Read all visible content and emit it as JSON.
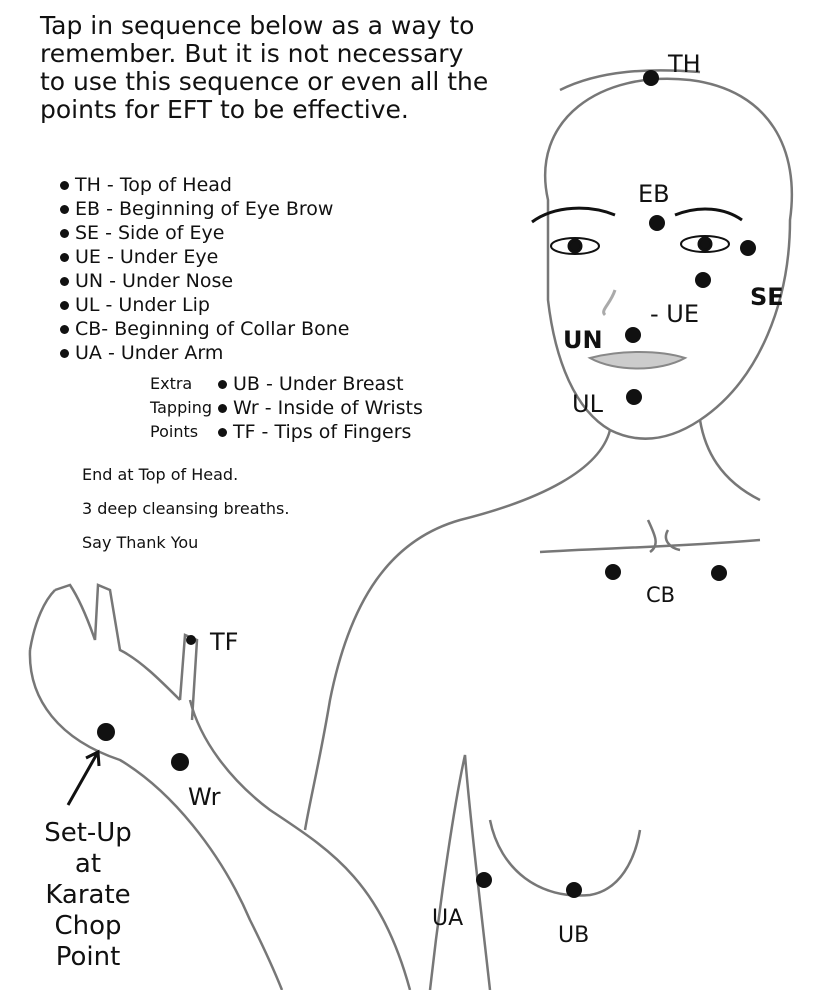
{
  "intro": [
    "Tap in sequence below as a way to",
    "remember. But it is not necessary",
    "to use this sequence or even all the",
    "points for EFT to be effective."
  ],
  "points": [
    "TH - Top of Head",
    "EB - Beginning of Eye Brow",
    "SE - Side of Eye",
    "UE - Under Eye",
    "UN - Under Nose",
    "UL - Under Lip",
    "CB- Beginning of Collar Bone",
    "UA - Under Arm"
  ],
  "extra": {
    "label": [
      "Extra",
      "Tapping",
      "Points"
    ],
    "points": [
      "UB - Under Breast",
      "Wr - Inside of Wrists",
      "TF - Tips of Fingers"
    ]
  },
  "ending": [
    "End at Top of Head.",
    "3 deep cleansing breaths.",
    "Say Thank You"
  ],
  "figure_labels": {
    "TH": "TH",
    "EB": "EB",
    "SE": "SE",
    "UE": "- UE",
    "UN": "UN",
    "UL": "UL",
    "CB": "CB",
    "TF": "TF",
    "Wr": "Wr",
    "UA": "UA",
    "UB": "UB"
  },
  "setup": [
    "Set-Up",
    "at",
    "Karate",
    "Chop",
    "Point"
  ]
}
